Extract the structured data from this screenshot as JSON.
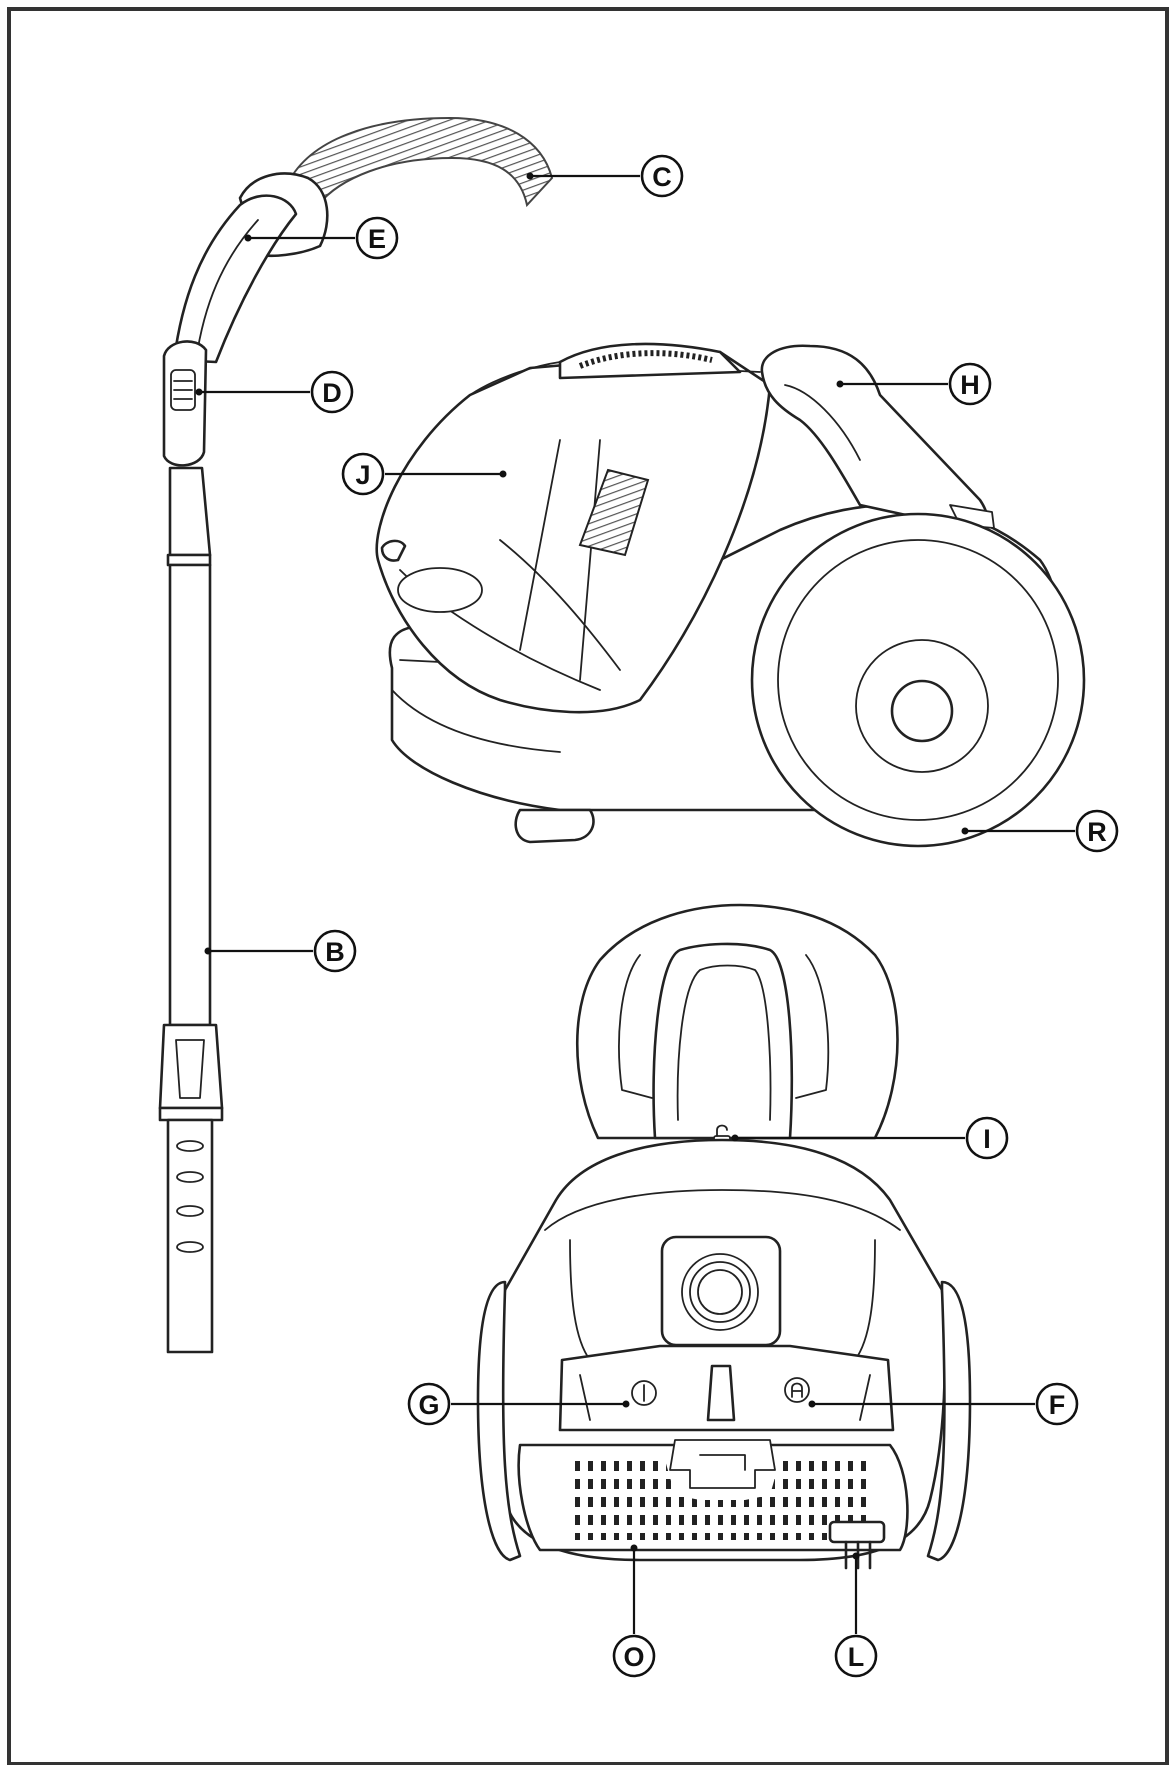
{
  "diagram": {
    "labels": [
      {
        "id": "C",
        "text": "C"
      },
      {
        "id": "E",
        "text": "E"
      },
      {
        "id": "D",
        "text": "D"
      },
      {
        "id": "H",
        "text": "H"
      },
      {
        "id": "J",
        "text": "J"
      },
      {
        "id": "R",
        "text": "R"
      },
      {
        "id": "B",
        "text": "B"
      },
      {
        "id": "I",
        "text": "I"
      },
      {
        "id": "G",
        "text": "G"
      },
      {
        "id": "F",
        "text": "F"
      },
      {
        "id": "O",
        "text": "O"
      },
      {
        "id": "L",
        "text": "L"
      }
    ]
  }
}
